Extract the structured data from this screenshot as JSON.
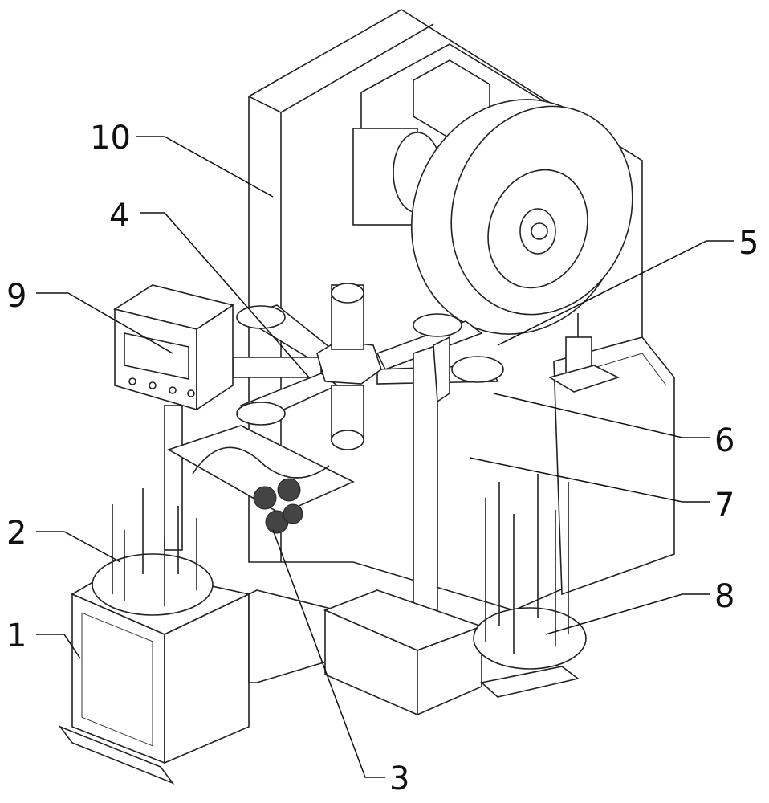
{
  "figure": {
    "type": "patent-drawing",
    "labels": [
      {
        "id": "1",
        "text": "1"
      },
      {
        "id": "2",
        "text": "2"
      },
      {
        "id": "3",
        "text": "3"
      },
      {
        "id": "4",
        "text": "4"
      },
      {
        "id": "5",
        "text": "5"
      },
      {
        "id": "6",
        "text": "6"
      },
      {
        "id": "7",
        "text": "7"
      },
      {
        "id": "8",
        "text": "8"
      },
      {
        "id": "9",
        "text": "9"
      },
      {
        "id": "10",
        "text": "10"
      }
    ]
  }
}
